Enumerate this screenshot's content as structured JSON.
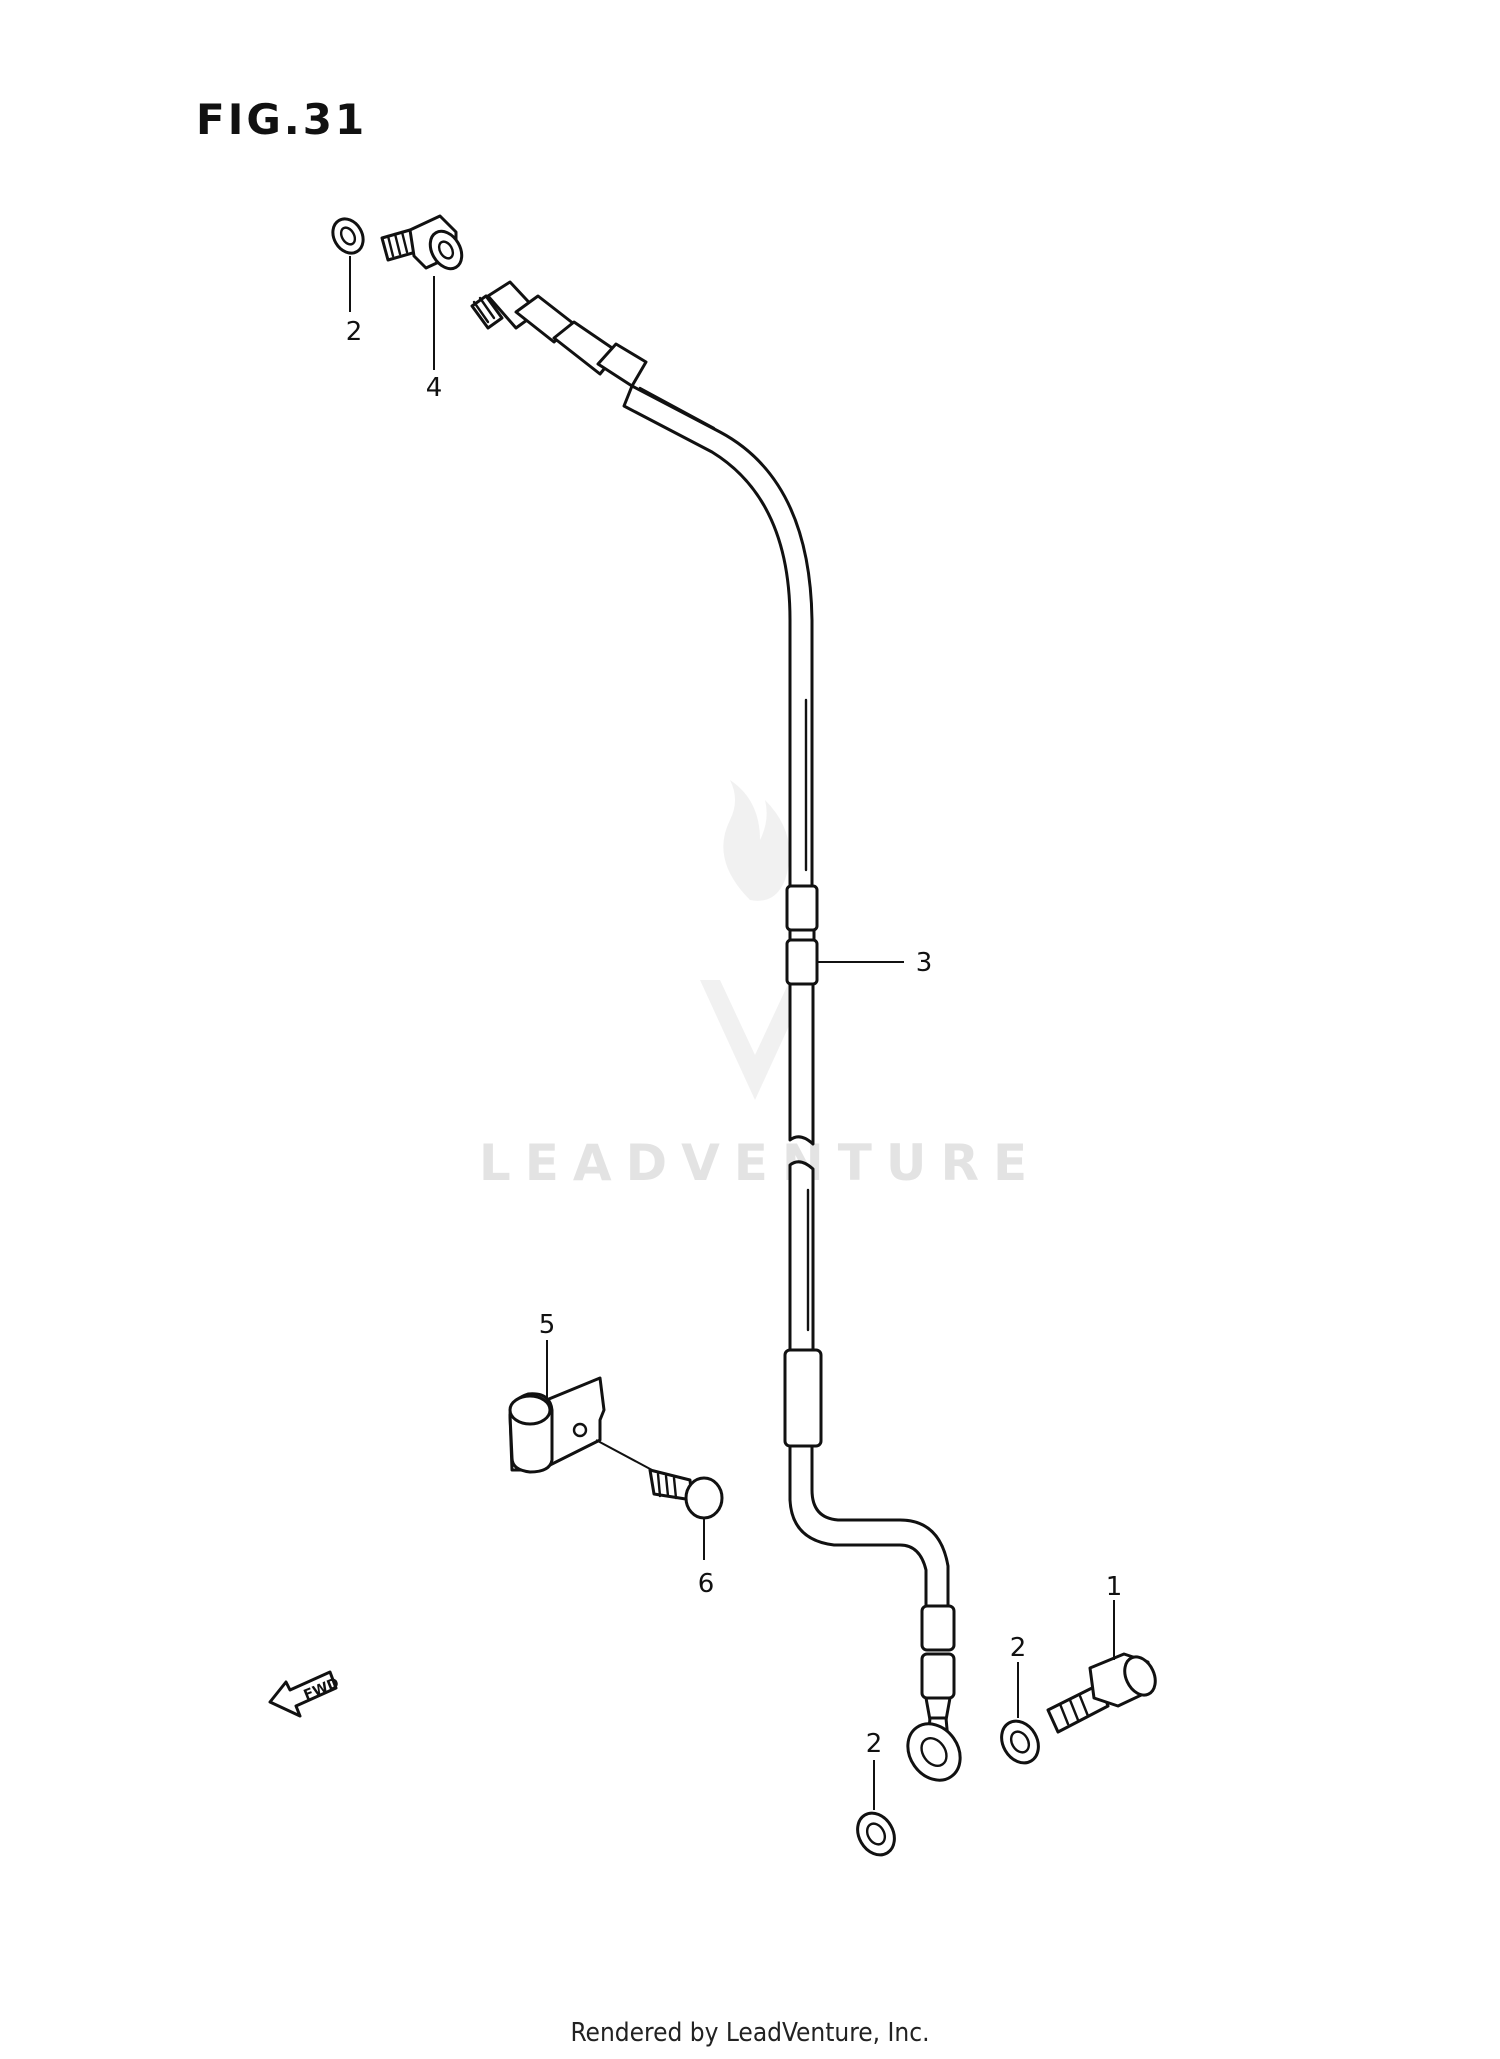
{
  "figure_title": "FIG.31",
  "watermark": "LEADVENTURE",
  "footer_text": "Rendered by LeadVenture, Inc.",
  "fwd_label": "FWD",
  "callouts": {
    "c1": "1",
    "c2_top": "2",
    "c2_right": "2",
    "c2_bottom": "2",
    "c3": "3",
    "c4": "4",
    "c5": "5",
    "c6": "6"
  }
}
